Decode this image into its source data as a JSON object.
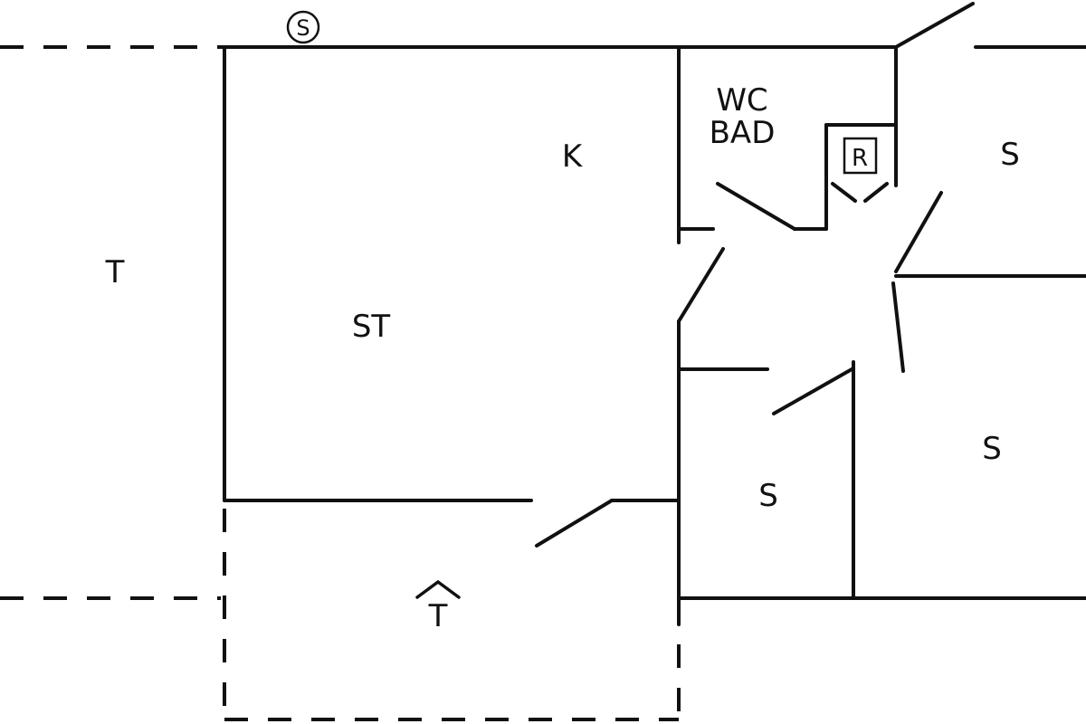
{
  "labels": {
    "terrace_left": "T",
    "living": "ST",
    "kitchen": "K",
    "wc": "WC",
    "bath": "BAD",
    "closet": "R",
    "bedroom_top_right": "S",
    "bedroom_right": "S",
    "bedroom_small": "S",
    "covered_terrace": "T",
    "shaft": "S"
  },
  "colors": {
    "line": "#111111",
    "background": "#ffffff"
  }
}
